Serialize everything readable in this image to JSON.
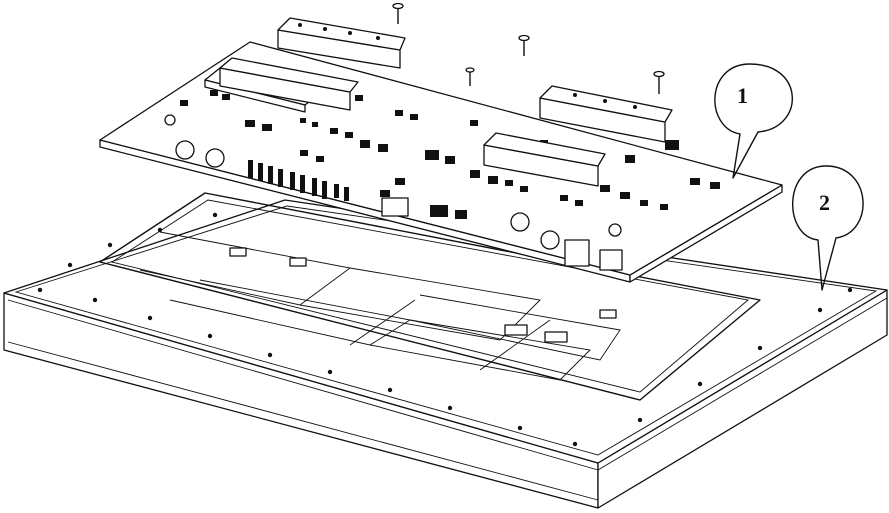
{
  "figure": {
    "callouts": [
      {
        "label": "1",
        "refers_to": "circuit-board"
      },
      {
        "label": "2",
        "refers_to": "housing-base"
      }
    ],
    "colors": {
      "ink": "#111111",
      "paper": "#ffffff"
    }
  }
}
